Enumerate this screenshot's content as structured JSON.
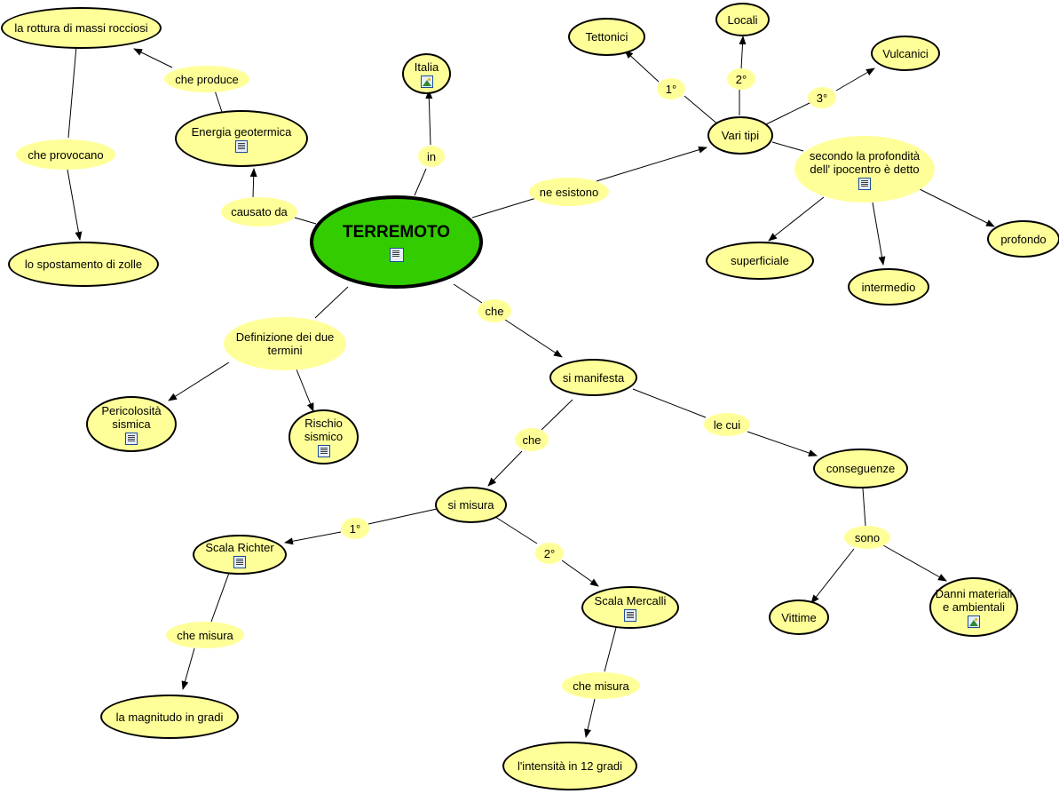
{
  "concepts": {
    "terremoto": "TERREMOTO",
    "rottura": "la rottura di massi rocciosi",
    "spostamento": "lo spostamento di zolle",
    "energia": "Energia geotermica",
    "italia": "Italia",
    "tettonici": "Tettonici",
    "locali": "Locali",
    "vulcanici": "Vulcanici",
    "vari_tipi": "Vari tipi",
    "secondo": "secondo la profondità dell' ipocentro è detto",
    "superficiale": "superficiale",
    "intermedio": "intermedio",
    "profondo": "profondo",
    "definizione": "Definizione dei due termini",
    "pericolosita": "Pericolosità sismica",
    "rischio": "Rischio sismico",
    "si_manifesta": "si manifesta",
    "conseguenze": "conseguenze",
    "si_misura": "si misura",
    "richter": "Scala Richter",
    "mercalli": "Scala Mercalli",
    "magnitudo": "la magnitudo in gradi",
    "intensita": "l'intensità in 12 gradi",
    "vittime": "Vittime",
    "danni": "Danni materiali e ambientali"
  },
  "link_phrases": {
    "che_produce": "che produce",
    "che_provocano": "che provocano",
    "causato_da": "causato da",
    "in": "in",
    "ne_esistono": "ne esistono",
    "ord1": "1°",
    "ord2": "2°",
    "ord3": "3°",
    "che_a": "che",
    "che_b": "che",
    "le_cui": "le cui",
    "misura1": "1°",
    "misura2": "2°",
    "che_misura_a": "che misura",
    "che_misura_b": "che misura",
    "sono": "sono"
  },
  "resource_icons": {
    "terremoto": "document-icon",
    "energia": "document-icon",
    "italia": "image-icon",
    "secondo": "document-icon",
    "pericolosita": "document-icon",
    "rischio": "document-icon",
    "richter": "document-icon",
    "mercalli": "document-icon",
    "danni": "image-icon"
  },
  "colors": {
    "concept_fill": "#ffff99",
    "main_fill": "#33cc00",
    "link_fill": "#ffff99",
    "line": "#000000"
  }
}
